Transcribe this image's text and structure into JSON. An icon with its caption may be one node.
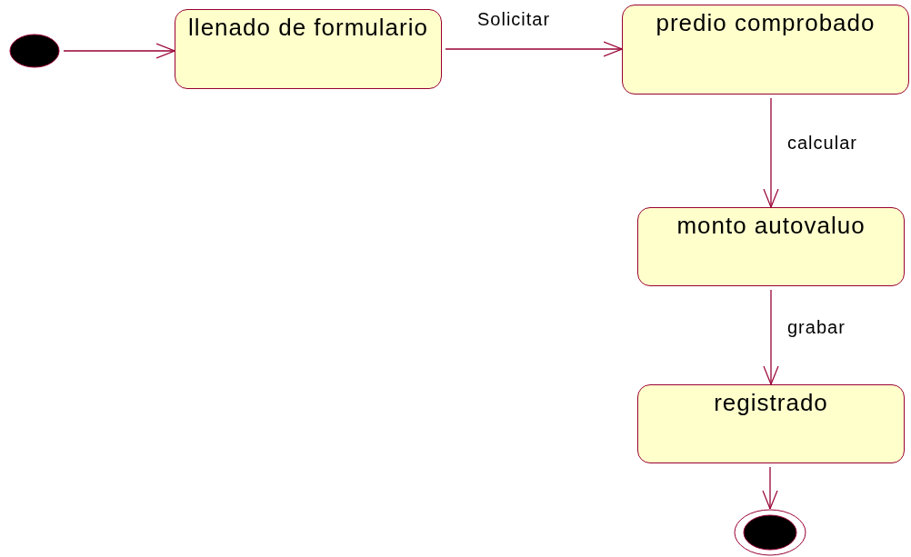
{
  "diagram": {
    "nodes": [
      {
        "text": [],
        "shape": "circle"
      },
      {
        "text": [
          "llenado de formulario"
        ]
      },
      {
        "text": [
          "predio comprobado"
        ]
      },
      {
        "text": [
          "monto autovaluo"
        ]
      },
      {
        "text": [
          "registrado"
        ]
      },
      {
        "text": [],
        "shape": "circle"
      }
    ],
    "edges": [
      {
        "from": 0,
        "to": 1,
        "arrow": "to"
      },
      {
        "from": 1,
        "to": 2,
        "arrow": "to",
        "label": "Solicitar"
      },
      {
        "from": 2,
        "to": 3,
        "arrow": "to",
        "label": "calcular"
      },
      {
        "from": 3,
        "to": 4,
        "arrow": "to",
        "label": "grabar"
      },
      {
        "from": 4,
        "to": 5,
        "arrow": "to"
      }
    ]
  }
}
